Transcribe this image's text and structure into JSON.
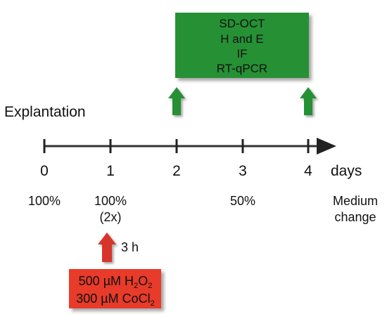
{
  "explantation_label": "Explantation",
  "axis_unit_label": "days",
  "days": [
    {
      "day": "0",
      "medium": "100%",
      "medium_note": ""
    },
    {
      "day": "1",
      "medium": "100%",
      "medium_note": "(2x)"
    },
    {
      "day": "2",
      "medium": "",
      "medium_note": ""
    },
    {
      "day": "3",
      "medium": "50%",
      "medium_note": ""
    },
    {
      "day": "4",
      "medium": "",
      "medium_note": ""
    }
  ],
  "medium_change_label": [
    "Medium",
    "change"
  ],
  "analysis_box": {
    "lines": [
      "SD-OCT",
      "H and E",
      "IF",
      "RT-qPCR"
    ],
    "fill_color": "#259035",
    "arrow_color": "#259035",
    "arrow_days": [
      "2",
      "4"
    ]
  },
  "treatment": {
    "duration_label": "3 h",
    "line1": {
      "prefix": "500 µM H",
      "subscript": "2",
      "middle": "O",
      "subscript2": "2"
    },
    "line2": {
      "prefix": "300 µM CoCl",
      "subscript": "2",
      "middle": "",
      "subscript2": ""
    },
    "fill_color": "#e83a2b",
    "arrow_color": "#d8362a",
    "arrow_day": "1"
  }
}
